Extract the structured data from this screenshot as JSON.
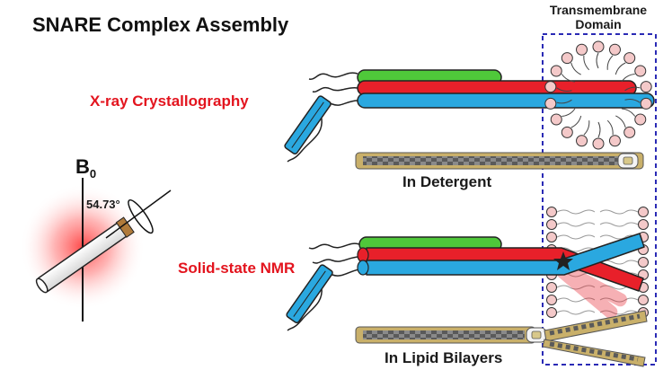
{
  "title": "SNARE Complex Assembly",
  "transmembrane_label": {
    "line1": "Transmembrane",
    "line2": "Domain"
  },
  "top_panel": {
    "method": "X-ray Crystallography",
    "environment": "In Detergent"
  },
  "bottom_panel": {
    "method": "Solid-state NMR",
    "environment": "In Lipid Bilayers"
  },
  "magic_angle": {
    "field_label": "B",
    "field_subscript": "0",
    "angle_label": "54.73°"
  },
  "colors": {
    "helix_green": "#4fc83a",
    "helix_red": "#e8202a",
    "helix_blue": "#2aa8e0",
    "lipid_head": "#f4c9c9",
    "dashed_box": "#2a2ab5",
    "zipper_tape": "#c9b06a",
    "title_red": "#e3141e"
  }
}
